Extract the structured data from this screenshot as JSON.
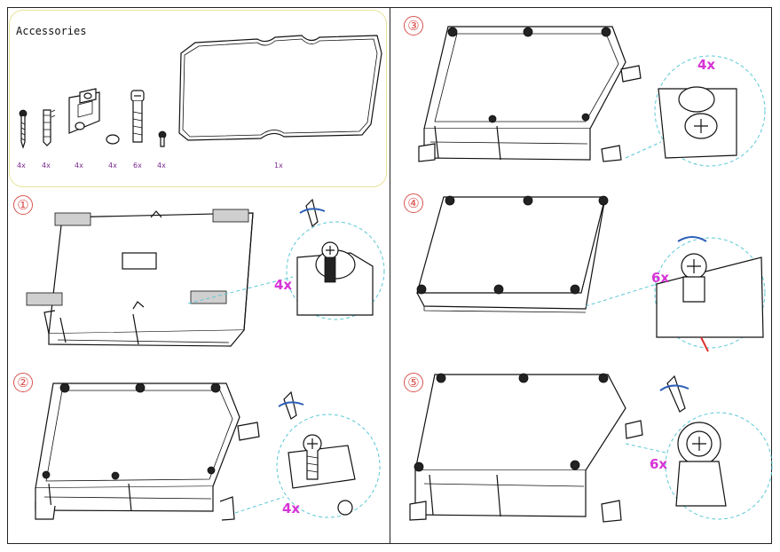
{
  "accessories": {
    "title": "Accessories",
    "quantities": [
      "4x",
      "4x",
      "4x",
      "4x",
      "6x",
      "4x",
      "1x"
    ]
  },
  "steps": [
    {
      "number": "①",
      "quantity": "4x"
    },
    {
      "number": "②",
      "quantity": "4x"
    },
    {
      "number": "③",
      "quantity": "4x"
    },
    {
      "number": "④",
      "quantity": "6x"
    },
    {
      "number": "⑤",
      "quantity": "6x"
    }
  ],
  "colors": {
    "step_circle": "#d9534f",
    "quantity_label": "#d633d6",
    "accessory_quantity": "#7a2a8e",
    "callout_dash": "#5bc8d6",
    "rotation_arrow": "#2d5fb8",
    "accessory_border": "#e8e49a"
  }
}
